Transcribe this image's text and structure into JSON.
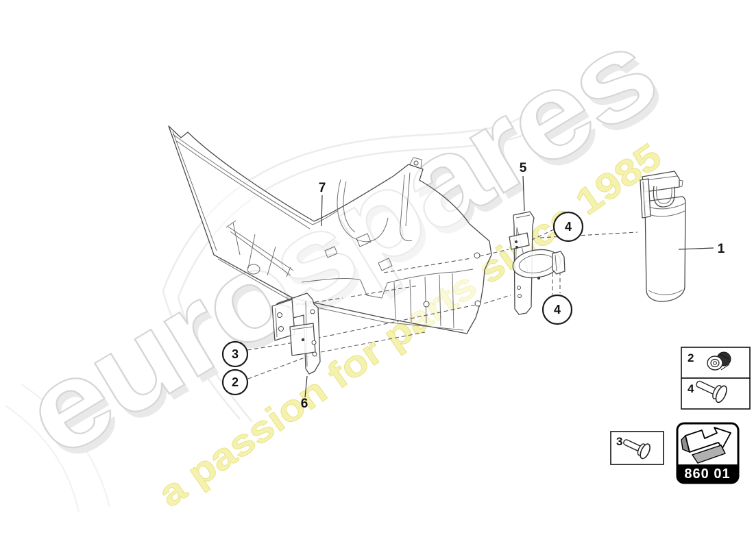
{
  "watermark": {
    "brand": "eurospares",
    "tagline": "a passion for parts since 1985"
  },
  "colors": {
    "tagline_yellow": "#f5f2b0",
    "brand_outline": "#d6d6d6",
    "line_gray": "#4a4a4a",
    "badge_black": "#000000"
  },
  "diagram": {
    "labels": {
      "part1": "1",
      "part5": "5",
      "part6": "6",
      "part7": "7"
    },
    "callouts": {
      "c4a": "4",
      "c4b": "4",
      "c3": "3",
      "c2": "2"
    }
  },
  "legend": {
    "row2": "2",
    "row4": "4",
    "row3": "3",
    "group_code": "860 01"
  },
  "icons": {
    "cap_nut": "cap-nut-icon",
    "flange_bolt": "flange-bolt-icon",
    "rivet": "rivet-screw-icon",
    "arrow": "direction-arrow-icon"
  }
}
